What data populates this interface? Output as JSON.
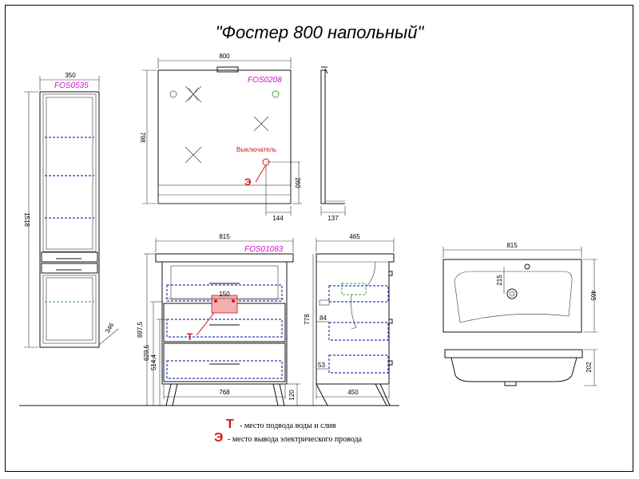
{
  "title": "\"Фостер 800 напольный\"",
  "codes": {
    "column": "FOS0535",
    "mirror": "FOS0208",
    "cabinet": "FOS01083"
  },
  "labels": {
    "switch": "Выключатель",
    "letter_t": "Т",
    "letter_e": "Э"
  },
  "dimensions": {
    "column_width": "350",
    "column_height": "1518",
    "column_depth": "346",
    "mirror_width": "800",
    "mirror_height": "798",
    "mirror_switch_x": "144",
    "mirror_switch_y": "260",
    "mirror_depth": "137",
    "cabinet_width": "815",
    "cabinet_inner_150": "150",
    "cabinet_height_897": "897,5",
    "cabinet_height_629": "629,5",
    "cabinet_height_514": "514,4",
    "cabinet_bottom_width": "768",
    "cabinet_leg": "120",
    "side_depth": "465",
    "side_height": "778",
    "side_84": "84",
    "side_53": "53",
    "side_bottom": "450",
    "sink_width": "815",
    "sink_215": "215",
    "sink_depth": "465",
    "sink_height": "202"
  },
  "legend": [
    {
      "symbol": "Т",
      "text": "- место подвода воды и слив"
    },
    {
      "symbol": "Э",
      "text": "- место вывода электрического провода"
    }
  ],
  "colors": {
    "accent_magenta": "#d10fcc",
    "marker_red": "#dd1111",
    "shelf_blue": "#2a3db5",
    "led_green": "#3fa13f"
  }
}
